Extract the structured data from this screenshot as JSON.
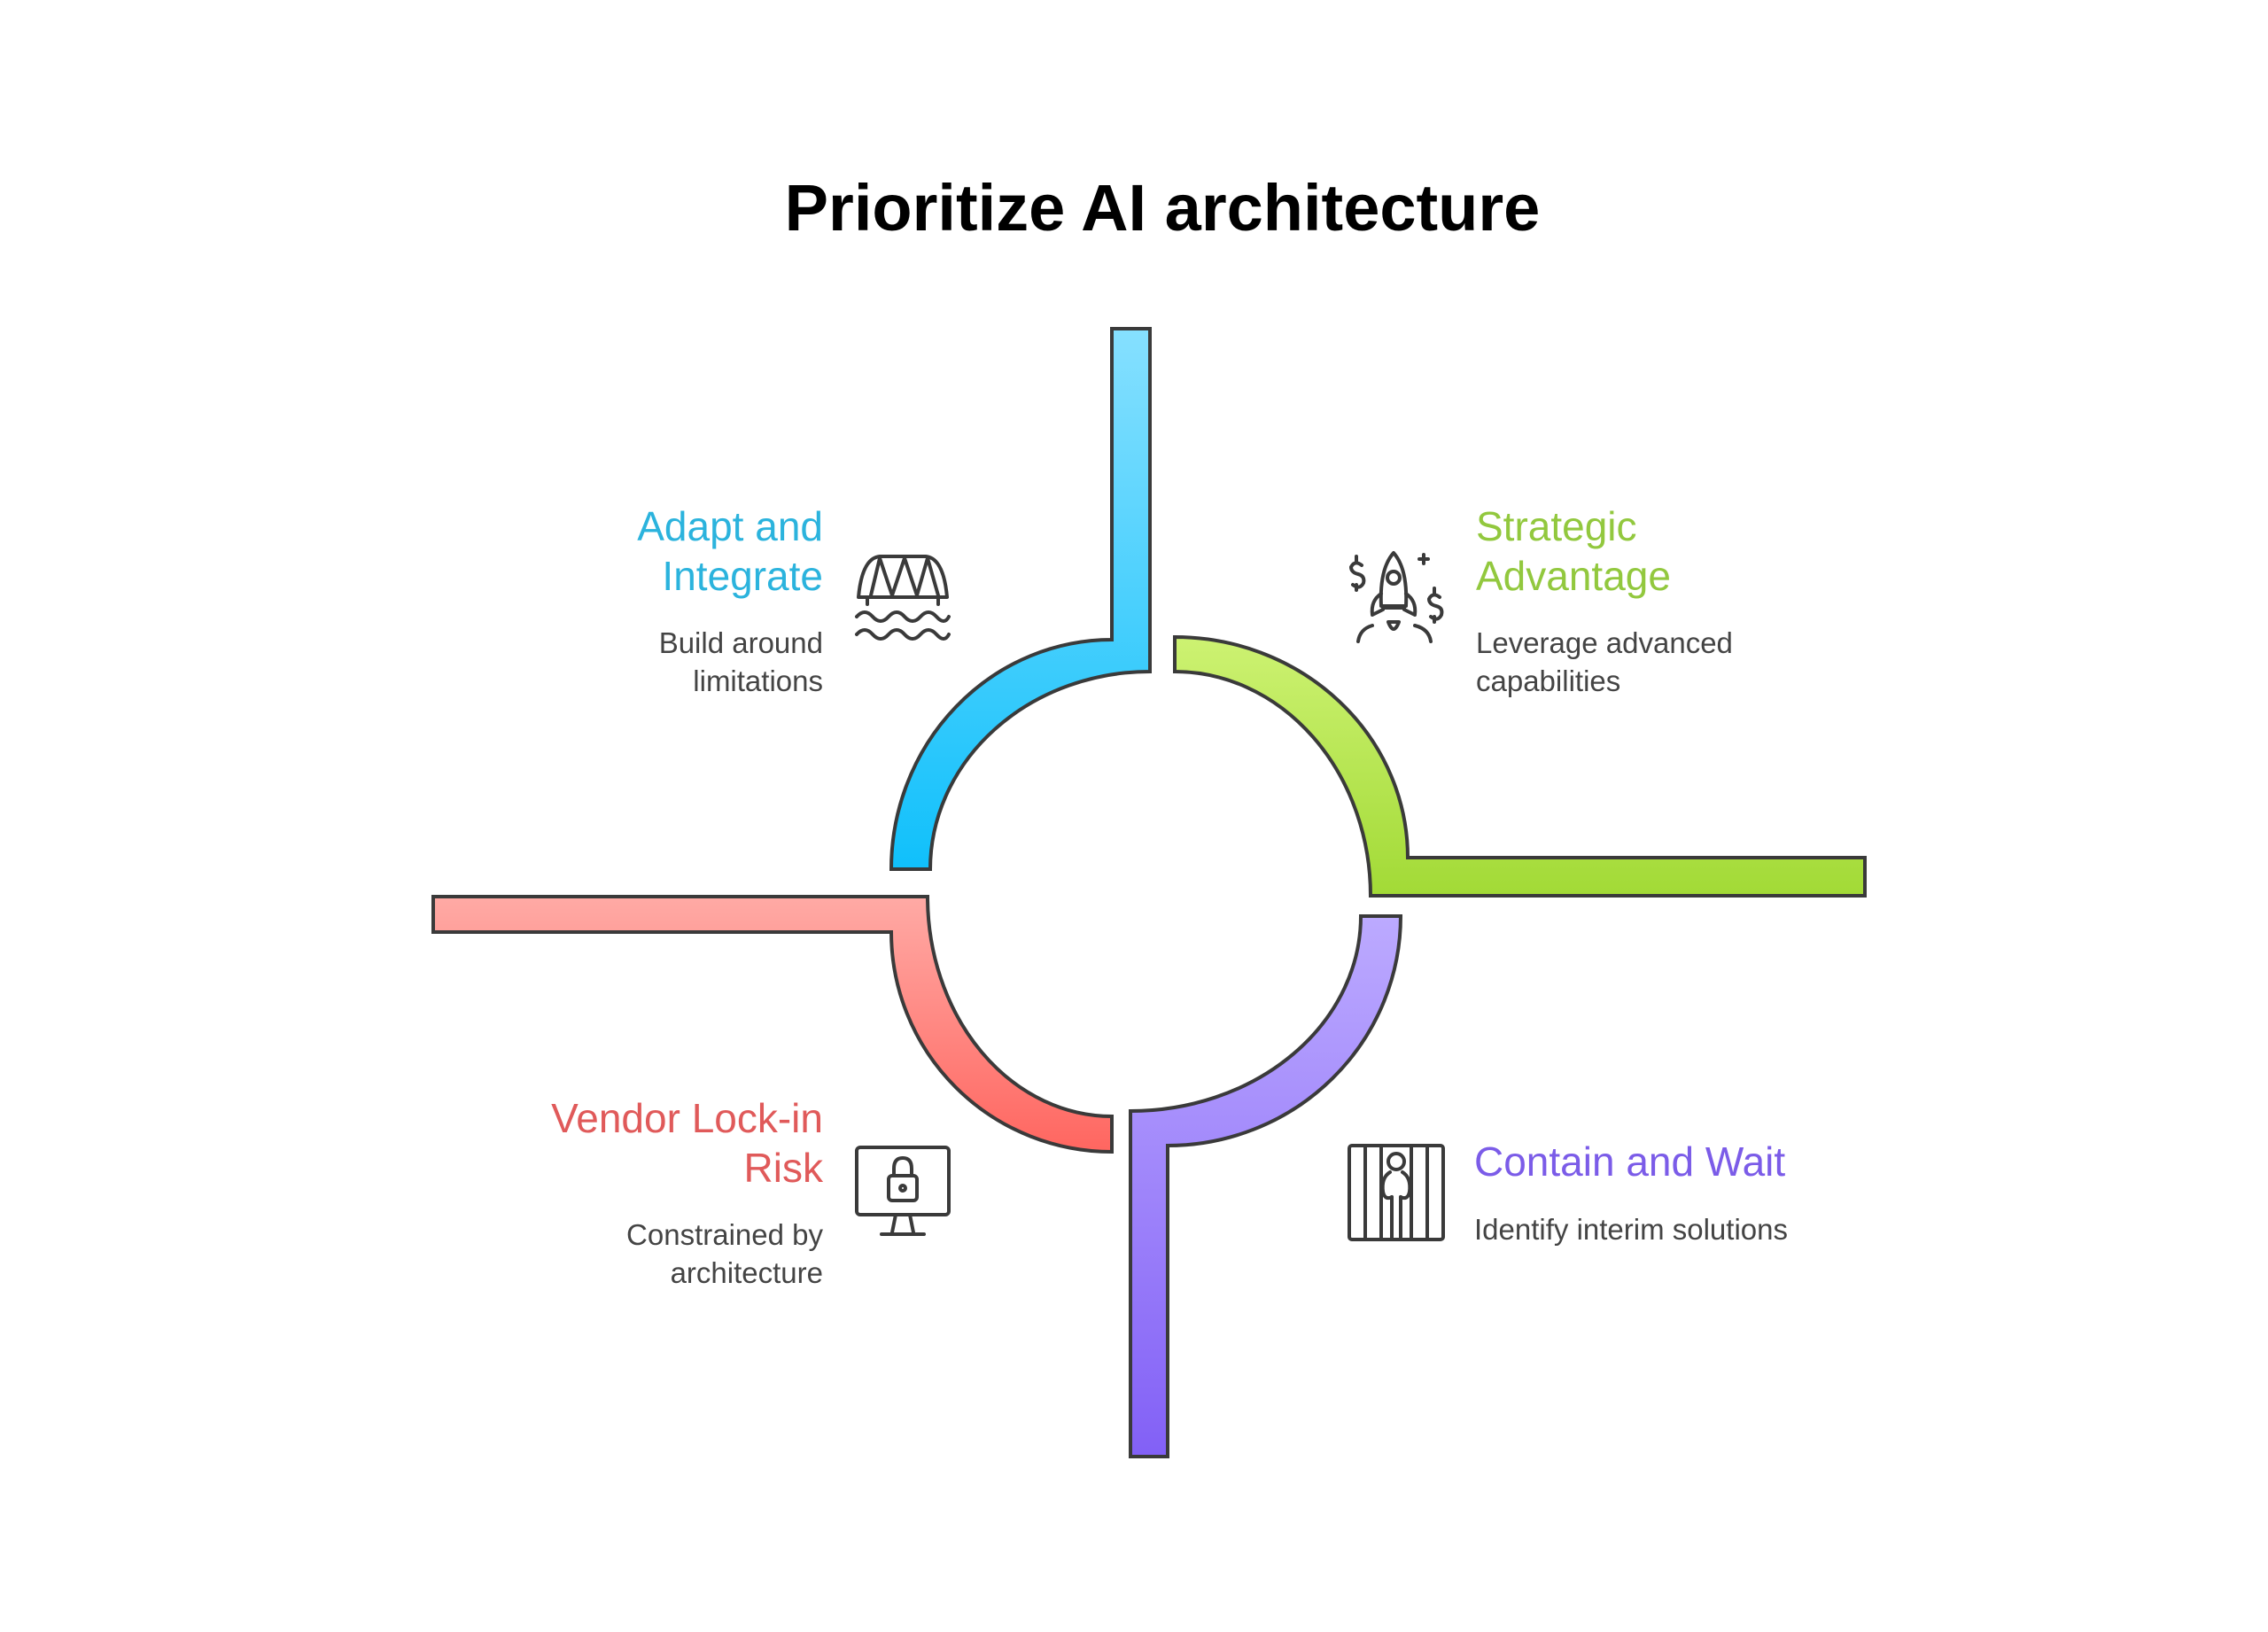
{
  "title": "Prioritize AI architecture",
  "quadrants": {
    "adapt": {
      "title": "Adapt and\nIntegrate",
      "description": "Build around\nlimitations",
      "icon": "bridge-icon",
      "color": "#2bb3dd"
    },
    "strategic": {
      "title": "Strategic\nAdvantage",
      "description": "Leverage advanced\ncapabilities",
      "icon": "rocket-money-icon",
      "color": "#92c83e"
    },
    "vendor": {
      "title": "Vendor Lock-in\nRisk",
      "description": "Constrained by\narchitecture",
      "icon": "monitor-lock-icon",
      "color": "#e05a5a"
    },
    "contain": {
      "title": "Contain and Wait",
      "description": "Identify interim solutions",
      "icon": "prison-icon",
      "color": "#7b5ce8"
    }
  }
}
